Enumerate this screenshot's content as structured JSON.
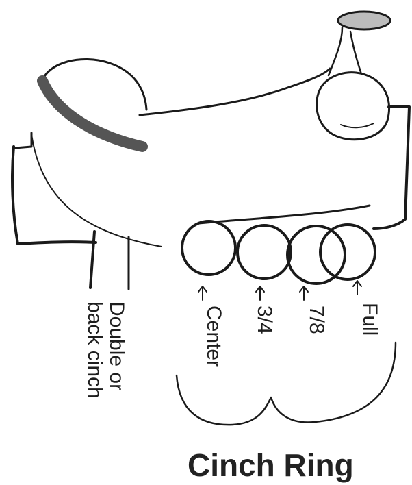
{
  "title": "Cinch Ring",
  "positions": [
    {
      "label": "Center"
    },
    {
      "label": "3/4"
    },
    {
      "label": "7/8"
    },
    {
      "label": "Full"
    }
  ],
  "back_cinch": {
    "line1": "Double or",
    "line2": "back cinch"
  },
  "colors": {
    "ink": "#1a1a1a",
    "seat": "#555555",
    "paper": "#ffffff"
  }
}
